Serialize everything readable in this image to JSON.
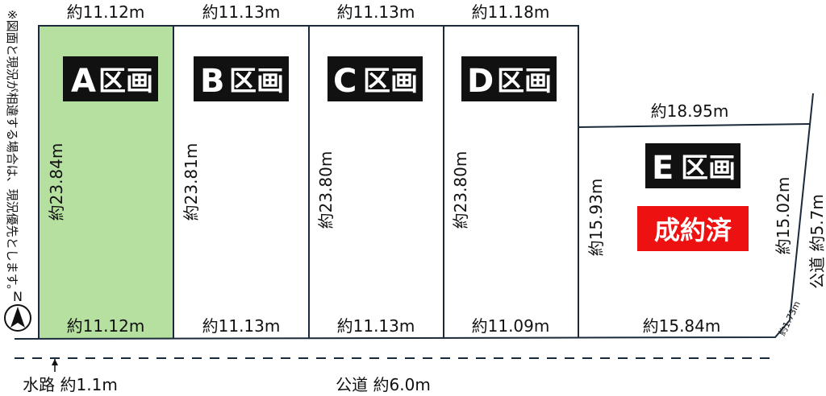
{
  "note": "※図面と現況が相違する場合は、現況優先とします。",
  "north_label": "N",
  "colors": {
    "lot_a_fill": "#b5e0a0",
    "sold_badge": "#ee1111",
    "line": "#1a2a3a"
  },
  "lots": [
    {
      "letter": "A",
      "suffix": "区画",
      "top": "約11.12m",
      "bottom": "約11.12m",
      "depth": "約23.84m"
    },
    {
      "letter": "B",
      "suffix": "区画",
      "top": "約11.13m",
      "bottom": "約11.13m",
      "depth": "約23.81m"
    },
    {
      "letter": "C",
      "suffix": "区画",
      "top": "約11.13m",
      "bottom": "約11.13m",
      "depth": "約23.80m"
    },
    {
      "letter": "D",
      "suffix": "区画",
      "top": "約11.18m",
      "bottom": "約11.09m",
      "depth": "約23.80m"
    },
    {
      "letter": "E",
      "suffix": "区画",
      "top": "約18.95m",
      "bottom": "約15.84m",
      "depth_left": "約15.93m",
      "depth_right": "約15.02m",
      "corner": "約1.73m",
      "status": "成約済"
    }
  ],
  "roads": {
    "side": "公道 約5.7m",
    "front": "公道 約6.0m",
    "waterway": "水路 約1.1m"
  }
}
